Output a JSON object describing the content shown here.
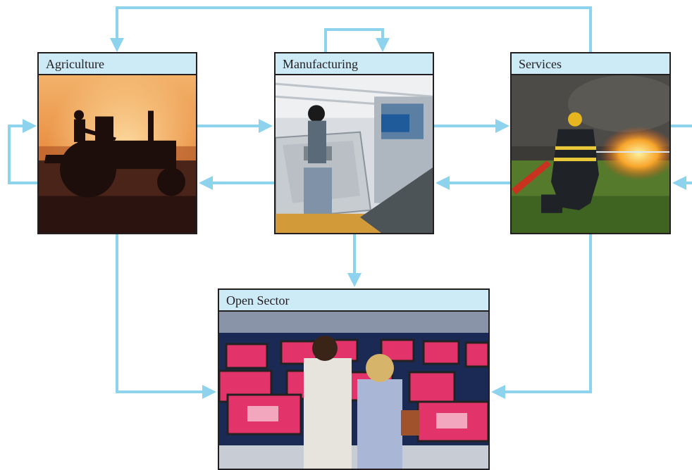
{
  "diagram": {
    "arrow_color": "#8dd3ee",
    "label_fill": "#cdeaf7",
    "nodes": [
      {
        "id": "agriculture",
        "label": "Agriculture",
        "photo": "tractor-silhouette-sunset-photo"
      },
      {
        "id": "manufacturing",
        "label": "Manufacturing",
        "photo": "car-assembly-line-photo"
      },
      {
        "id": "services",
        "label": "Services",
        "photo": "firefighter-hose-photo"
      },
      {
        "id": "open_sector",
        "label": "Open Sector",
        "photo": "electronics-store-tv-shoppers-photo"
      }
    ],
    "flows": [
      {
        "from": "agriculture",
        "to": "agriculture"
      },
      {
        "from": "manufacturing",
        "to": "manufacturing"
      },
      {
        "from": "services",
        "to": "agriculture"
      },
      {
        "from": "agriculture",
        "to": "manufacturing"
      },
      {
        "from": "manufacturing",
        "to": "agriculture"
      },
      {
        "from": "manufacturing",
        "to": "services"
      },
      {
        "from": "services",
        "to": "manufacturing"
      },
      {
        "from": "services",
        "to": "outside"
      },
      {
        "from": "outside",
        "to": "services"
      },
      {
        "from": "agriculture",
        "to": "open_sector"
      },
      {
        "from": "manufacturing",
        "to": "open_sector"
      },
      {
        "from": "services",
        "to": "open_sector"
      }
    ]
  }
}
